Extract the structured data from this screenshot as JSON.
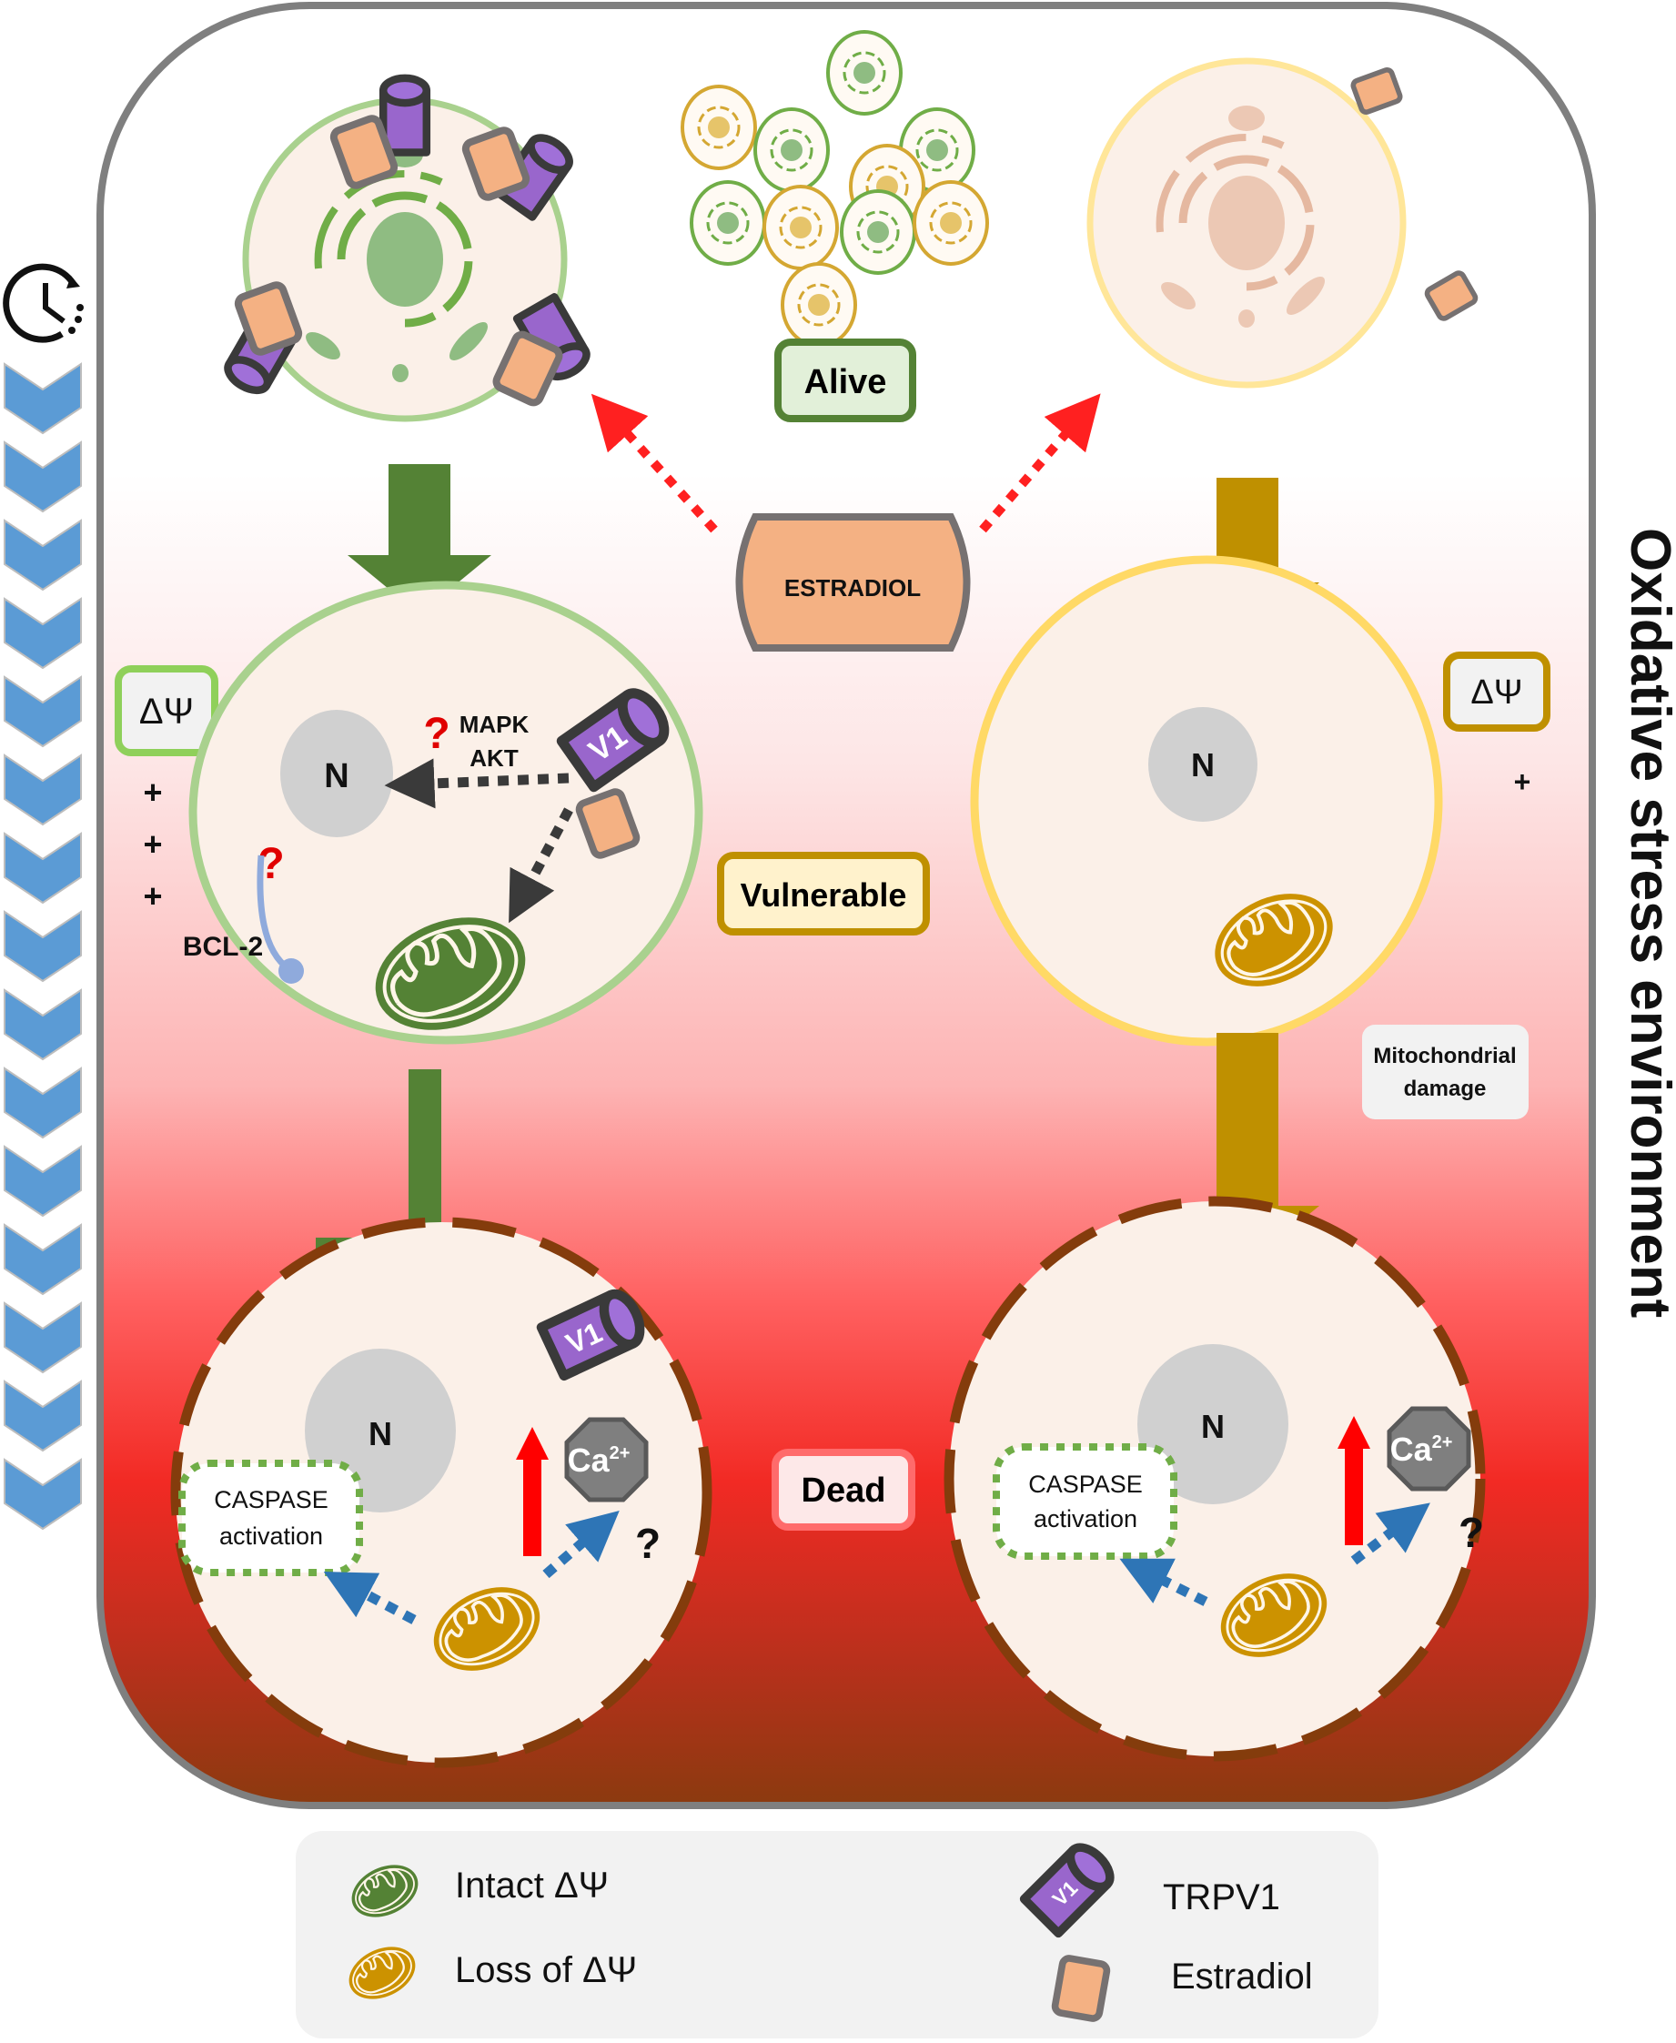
{
  "diagram": {
    "side_label": "Oxidative stress environment",
    "time_icon": "clock-icon",
    "stages": {
      "alive": "Alive",
      "vulnerable": "Vulnerable",
      "dead": "Dead"
    },
    "estradiol_label": "ESTRADIOL",
    "left_column": {
      "delta_psi": "ΔΨ",
      "delta_psi_level": [
        "+",
        "+",
        "+"
      ],
      "nucleus_label": "N",
      "pathway_labels": [
        "MAPK",
        "AKT"
      ],
      "unknown_mark": "?",
      "bcl2_label": "BCL-2",
      "channel_label": "V1",
      "caspase_label_line1": "CASPASE",
      "caspase_label_line2": "activation",
      "calcium_label": "Ca",
      "calcium_charge": "2+",
      "calcium_unknown": "?"
    },
    "right_column": {
      "delta_psi": "ΔΨ",
      "delta_psi_level": [
        "+"
      ],
      "nucleus_label": "N",
      "mito_damage_line1": "Mitochondrial",
      "mito_damage_line2": "damage",
      "caspase_label_line1": "CASPASE",
      "caspase_label_line2": "activation",
      "calcium_label": "Ca",
      "calcium_charge": "2+",
      "calcium_unknown": "?"
    },
    "colors": {
      "green": "#548235",
      "light_green": "#a9d18e",
      "gold": "#bf9000",
      "light_gold": "#ffd966",
      "purple": "#9966cc",
      "estradiol": "#f4b183",
      "red_arrow": "#ff2020",
      "blue_arrow": "#2e75b6",
      "chevron": "#5b9bd5",
      "dead_border": "#843c0c"
    }
  },
  "legend": {
    "items": [
      {
        "icon": "intact-mitochondria-icon",
        "label": "Intact ΔΨ"
      },
      {
        "icon": "depolarized-mitochondria-icon",
        "label": "Loss of ΔΨ"
      },
      {
        "icon": "trpv1-channel-icon",
        "label": "TRPV1",
        "badge": "V1"
      },
      {
        "icon": "estradiol-icon",
        "label": "Estradiol"
      }
    ]
  }
}
